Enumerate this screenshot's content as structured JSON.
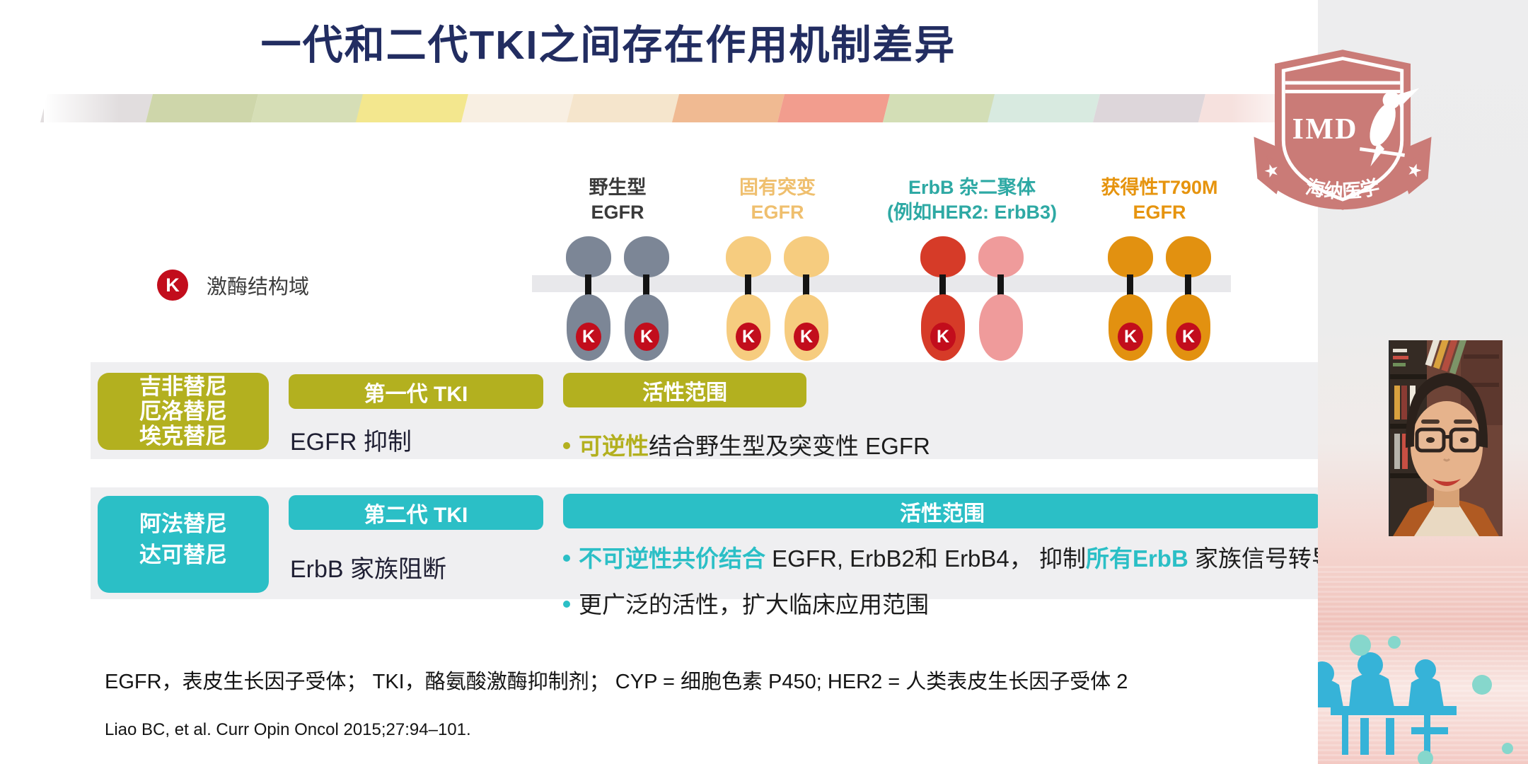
{
  "slide": {
    "title": "一代和二代TKI之间存在作用机制差异",
    "title_color": "#222d61",
    "decor_strip_colors": [
      "#dad5d7",
      "#c2cd95",
      "#ccd7a5",
      "#f1e272",
      "#f7ecdc",
      "#f3dfc0",
      "#eda977",
      "#ef8572",
      "#c9d6a4",
      "#cfe5d9",
      "#d5cdd1",
      "#f5dad7"
    ],
    "legend": {
      "badge": "K",
      "badge_color": "#c20d1c",
      "label": "激酶结构域"
    },
    "receptor_groups": [
      {
        "label_lines": [
          "野生型",
          "EGFR"
        ],
        "label_color": "#3a3a3a",
        "left_color": "#7c8696",
        "right_color": "#7c8696",
        "k_left": true,
        "k_right": true
      },
      {
        "label_lines": [
          "固有突变",
          "EGFR"
        ],
        "label_color": "#efbf6e",
        "left_color": "#f6cc7f",
        "right_color": "#f6cc7f",
        "k_left": true,
        "k_right": true
      },
      {
        "label_lines": [
          "ErbB 杂二聚体",
          "(例如HER2: ErbB3)"
        ],
        "label_color": "#2ea9a4",
        "left_color": "#d63b28",
        "right_color": "#ef9b9b",
        "k_left": true,
        "k_right": false
      },
      {
        "label_lines": [
          "获得性T790M",
          "EGFR"
        ],
        "label_color": "#e6940e",
        "left_color": "#e29110",
        "right_color": "#e29110",
        "k_left": true,
        "k_right": true
      }
    ],
    "generation_rows": [
      {
        "theme_color": "#b3b01f",
        "drugs": [
          "吉非替尼",
          "厄洛替尼",
          "埃克替尼"
        ],
        "generation_label": "第一代 TKI",
        "mechanism": "EGFR 抑制",
        "activity_header": "活性范围",
        "bullets": [
          [
            {
              "text": "可逆性",
              "highlight": true
            },
            {
              "text": "结合野生型及突变性 EGFR",
              "highlight": false
            }
          ]
        ]
      },
      {
        "theme_color": "#2bbfc6",
        "drugs": [
          "阿法替尼",
          "达可替尼"
        ],
        "generation_label": "第二代 TKI",
        "mechanism": "ErbB 家族阻断",
        "activity_header": "活性范围",
        "bullets": [
          [
            {
              "text": "不可逆性共价结合",
              "highlight": true
            },
            {
              "text": " EGFR, ErbB2和 ErbB4， 抑制",
              "highlight": false
            },
            {
              "text": "所有ErbB",
              "highlight": true
            },
            {
              "text": " 家族信号转导",
              "highlight": false
            }
          ],
          [
            {
              "text": "更广泛的活性，扩大临床应用范围",
              "highlight": false
            }
          ]
        ]
      }
    ],
    "footnote": "EGFR，表皮生长因子受体； TKI，酪氨酸激酶抑制剂； CYP = 细胞色素 P450; HER2 = 人类表皮生长因子受体 2",
    "citation": "Liao BC, et al. Curr Opin Oncol 2015;27:94–101."
  },
  "logo": {
    "abbr": "IMD",
    "banner": "海纳医学",
    "star": "★",
    "color": "#ca7b77"
  },
  "presenter_panel": {
    "silhouette_blue": "#36b3d8",
    "dot_teal": "#86d7cc",
    "background_pink": "#f2c4be"
  }
}
